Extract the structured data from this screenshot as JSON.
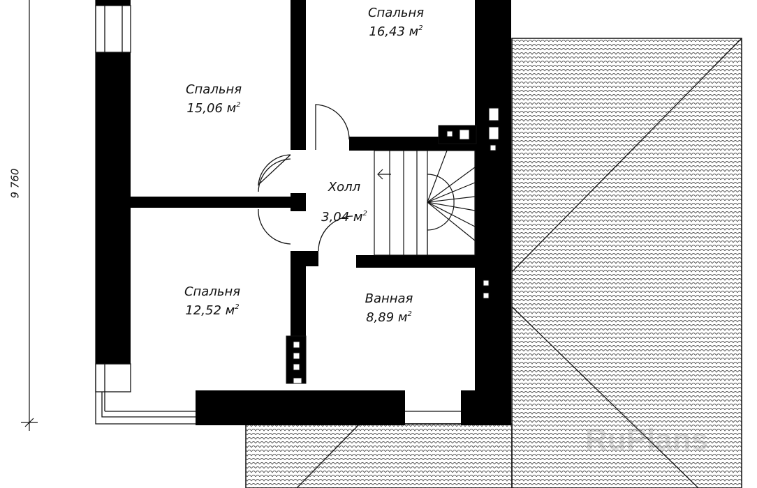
{
  "rooms": [
    {
      "id": "bedroom-top",
      "name": "Спальня",
      "area": "16,43 м",
      "unit_sup": "2"
    },
    {
      "id": "bedroom-left-top",
      "name": "Спальня",
      "area": "15,06 м",
      "unit_sup": "2"
    },
    {
      "id": "hall",
      "name": "Холл",
      "area": "3,04 м",
      "unit_sup": "2"
    },
    {
      "id": "bedroom-left-bottom",
      "name": "Спальня",
      "area": "12,52 м",
      "unit_sup": "2"
    },
    {
      "id": "bathroom",
      "name": "Ванная",
      "area": "8,89 м",
      "unit_sup": "2"
    }
  ],
  "dimension": {
    "value": "9 760"
  },
  "watermark": {
    "text": "RuPlans"
  },
  "colors": {
    "wall": "#000000",
    "line": "#111111",
    "roof_tile": "#555555",
    "background": "#ffffff"
  }
}
